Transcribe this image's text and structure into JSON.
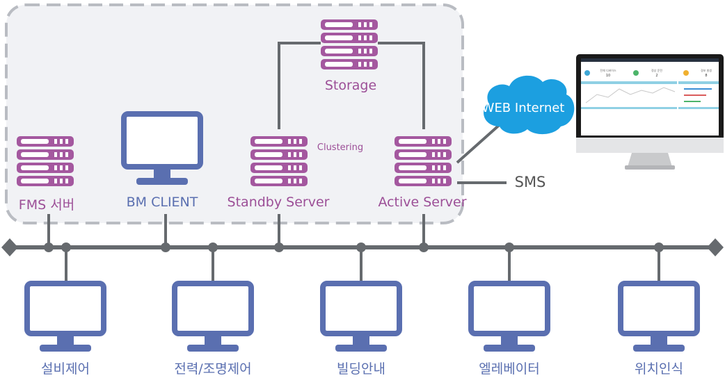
{
  "servers": {
    "fms_label": "FMS 서버",
    "bm_client_label": "BM CLIENT",
    "standby_label": "Standby Server",
    "active_label": "Active Server",
    "storage_label": "Storage",
    "clustering_label": "Clustering"
  },
  "external": {
    "web_internet_label": "WEB Internet",
    "sms_label": "SMS"
  },
  "dashboard": {
    "stats": [
      {
        "label": "전체 디바이스",
        "value": "10"
      },
      {
        "label": "정상 운전",
        "value": "2"
      },
      {
        "label": "경보 발생",
        "value": "8"
      }
    ]
  },
  "clients": [
    {
      "label": "설비제어"
    },
    {
      "label": "전력/조명제어"
    },
    {
      "label": "빌딩안내"
    },
    {
      "label": "엘레베이터"
    },
    {
      "label": "위치인식"
    }
  ],
  "colors": {
    "server_purple": "#a4589f",
    "monitor_blue": "#5a6fb0",
    "bus_gray": "#666a6e",
    "zone_fill": "#f1f2f5",
    "zone_border": "#b9bcc2",
    "cloud_blue": "#1c9fe0"
  }
}
